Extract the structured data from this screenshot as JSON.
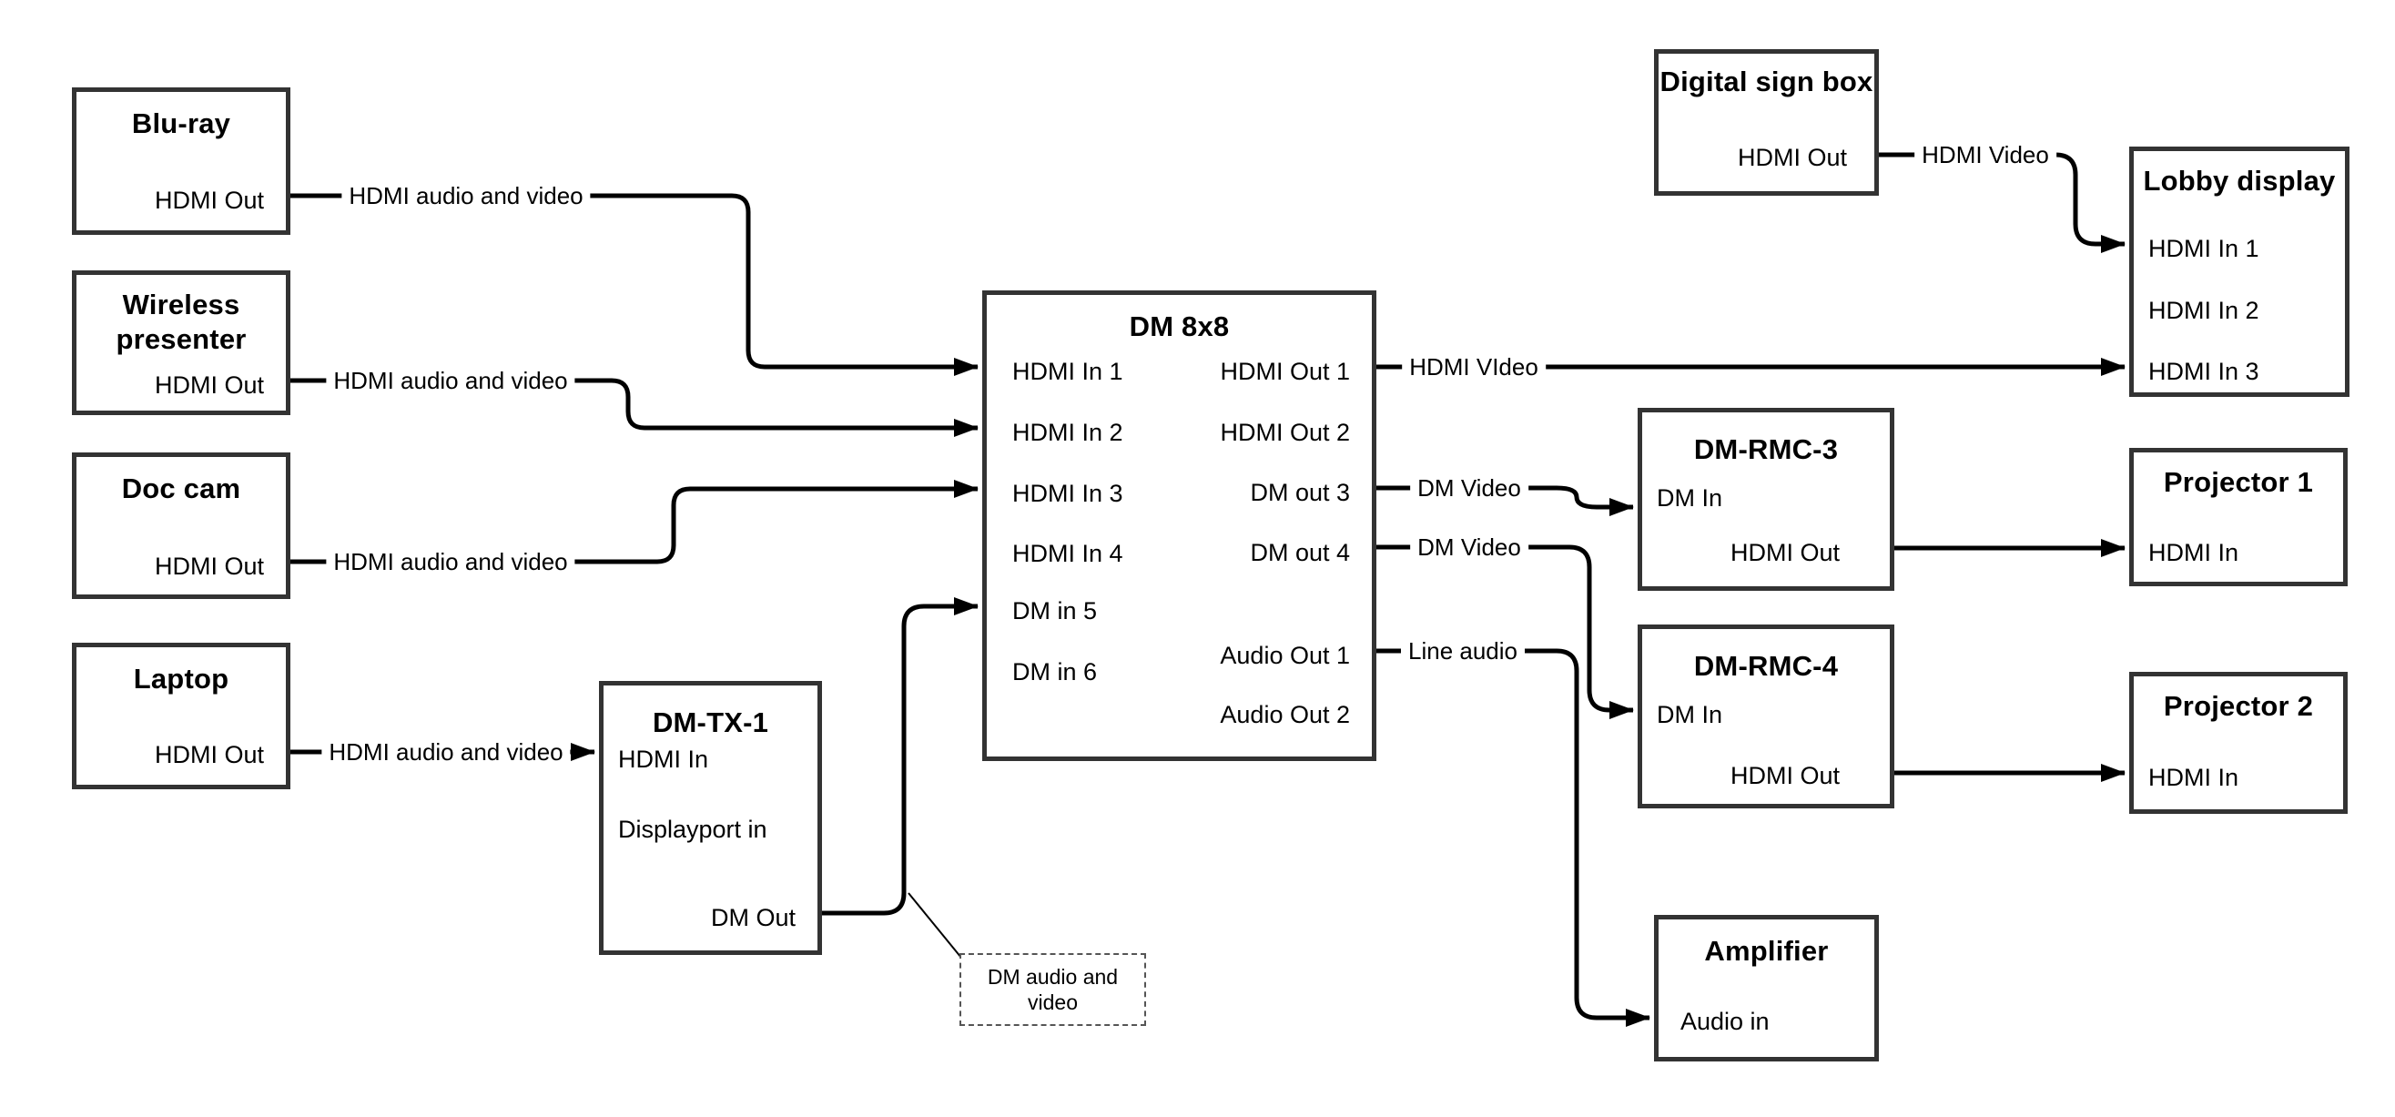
{
  "diagram": {
    "nodes": {
      "bluray": {
        "title": "Blu-ray",
        "ports": {
          "hdmi_out": "HDMI Out"
        }
      },
      "wireless": {
        "title": "Wireless presenter",
        "ports": {
          "hdmi_out": "HDMI Out"
        }
      },
      "doccam": {
        "title": "Doc cam",
        "ports": {
          "hdmi_out": "HDMI Out"
        }
      },
      "laptop": {
        "title": "Laptop",
        "ports": {
          "hdmi_out": "HDMI Out"
        }
      },
      "dmtx1": {
        "title": "DM-TX-1",
        "ports": {
          "hdmi_in": "HDMI In",
          "displayport_in": "Displayport in",
          "dm_out": "DM Out"
        }
      },
      "dm8x8": {
        "title": "DM 8x8",
        "ports": {
          "hdmi_in_1": "HDMI In 1",
          "hdmi_in_2": "HDMI In 2",
          "hdmi_in_3": "HDMI In 3",
          "hdmi_in_4": "HDMI In 4",
          "dm_in_5": "DM in 5",
          "dm_in_6": "DM in 6",
          "hdmi_out_1": "HDMI Out 1",
          "hdmi_out_2": "HDMI Out 2",
          "dm_out_3": "DM out 3",
          "dm_out_4": "DM out 4",
          "audio_out_1": "Audio Out 1",
          "audio_out_2": "Audio Out 2"
        }
      },
      "digitalsign": {
        "title": "Digital sign box",
        "ports": {
          "hdmi_out": "HDMI Out"
        }
      },
      "lobby": {
        "title": "Lobby display",
        "ports": {
          "hdmi_in_1": "HDMI In 1",
          "hdmi_in_2": "HDMI In 2",
          "hdmi_in_3": "HDMI In 3"
        }
      },
      "rmc3": {
        "title": "DM-RMC-3",
        "ports": {
          "dm_in": "DM In",
          "hdmi_out": "HDMI Out"
        }
      },
      "proj1": {
        "title": "Projector 1",
        "ports": {
          "hdmi_in": "HDMI In"
        }
      },
      "rmc4": {
        "title": "DM-RMC-4",
        "ports": {
          "dm_in": "DM In",
          "hdmi_out": "HDMI Out"
        }
      },
      "proj2": {
        "title": "Projector 2",
        "ports": {
          "hdmi_in": "HDMI In"
        }
      },
      "amp": {
        "title": "Amplifier",
        "ports": {
          "audio_in": "Audio in"
        }
      }
    },
    "wire_labels": {
      "bluray_to_dm8x8": "HDMI audio and video",
      "wireless_to_dm8x8": "HDMI audio and video",
      "doccam_to_dm8x8": "HDMI audio and video",
      "laptop_to_dmtx1": "HDMI audio and video",
      "hdmi_out_1_wire": "HDMI VIdeo",
      "dm_out_3_wire": "DM Video",
      "dm_out_4_wire": "DM Video",
      "audio_out_1_wire": "Line audio",
      "digitalsign_wire": "HDMI Video"
    },
    "annotation": "DM audio and video",
    "colors": {
      "wire": "#000000",
      "border": "#333333",
      "background": "#ffffff"
    }
  }
}
